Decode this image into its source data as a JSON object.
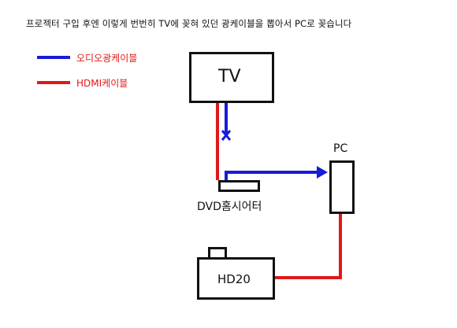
{
  "caption": "프로젝터 구입 후엔 이렇게 번번히 TV에 꽂혀 있던 광케이블을 뽑아서 PC로 꽂습니다",
  "legend": {
    "optical": {
      "label": "오디오광케이블",
      "color": "#1a1adb"
    },
    "hdmi": {
      "label": "HDMI케이블",
      "color": "#e01818"
    }
  },
  "devices": {
    "tv": {
      "label": "TV"
    },
    "pc": {
      "label": "PC"
    },
    "dvd": {
      "label": "DVD홈시어터"
    },
    "projector": {
      "label": "HD20"
    }
  },
  "unplugged_mark": "x"
}
